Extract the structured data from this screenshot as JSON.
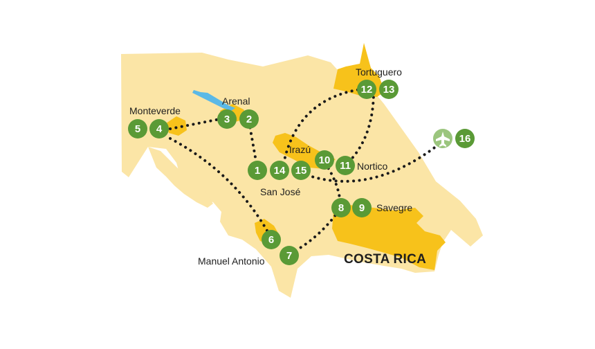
{
  "map": {
    "country": "COSTA RICA",
    "places": {
      "monteverde": "Monteverde",
      "arenal": "Arenal",
      "tortuguero": "Tortuguero",
      "irazu": "Irazú",
      "nortico": "Nortico",
      "san_jose": "San José",
      "savegre": "Savegre",
      "manuel_antonio": "Manuel Antonio"
    },
    "stops": [
      "1",
      "2",
      "3",
      "4",
      "5",
      "6",
      "7",
      "8",
      "9",
      "10",
      "11",
      "12",
      "13",
      "14",
      "15",
      "16"
    ],
    "airport_icon": "airplane-icon"
  },
  "colors": {
    "land": "#fbe5a6",
    "region": "#f7c21b",
    "lake": "#5bb9e6",
    "stop_marker": "#5a9a36",
    "airport_marker": "#9bc57e",
    "route": "#1a1a1a"
  }
}
